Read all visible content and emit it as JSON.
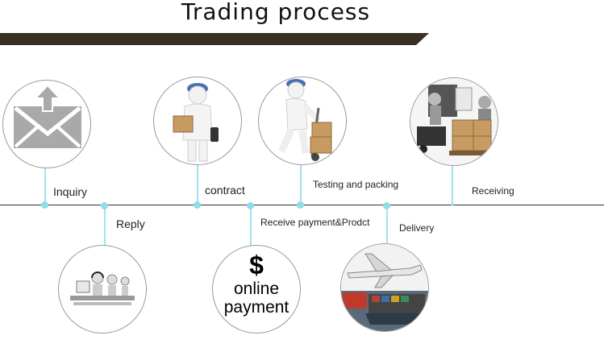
{
  "title": "Trading process",
  "steps": {
    "inquiry": "Inquiry",
    "reply": "Reply",
    "contract": "contract",
    "online_payment": {
      "symbol": "$",
      "line1": "online",
      "line2": "payment"
    },
    "testing_packing": "Testing and packing",
    "receive_payment": "Receive payment&Prodct",
    "delivery": "Delivery",
    "receiving": "Receiving"
  },
  "colors": {
    "bar": "#3a2f24",
    "connector": "#8fdde9",
    "line": "#333333"
  }
}
